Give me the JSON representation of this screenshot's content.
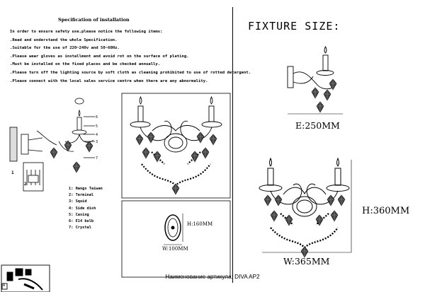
{
  "spec": {
    "title": "Specification of installation",
    "lines": [
      "In order to ensure safety use,please notice the following items:",
      ".Read and understand the whole Specification.",
      ".Suitable for the use of 220~240v and 50~60Hz.",
      ".Please wear gloves as installment and avoid rot on the surface of plating.",
      ".Must be installed on the fixed places and be checked annually.",
      ".Please turn off the lighting source by soft cloth as cleaning prohibited to use of rotted detergent.",
      ".Please connect with the local sales service centre when there are any abnormality."
    ]
  },
  "legend": [
    "1: Hangs Taiwan",
    "2: Terminal",
    "3: Squid",
    "4: Side dish",
    "5: Casing",
    "6: E14 bulb",
    "7: Crystal"
  ],
  "fixture": {
    "title": "FIXTURE SIZE:",
    "e": "E:250MM",
    "h": "H:360MM",
    "w": "W:365MM"
  },
  "plate": {
    "h": "H:160MM",
    "w": "W:100MM"
  },
  "article": "Наименование артикула: DIVA AP2",
  "icon_label": "A"
}
